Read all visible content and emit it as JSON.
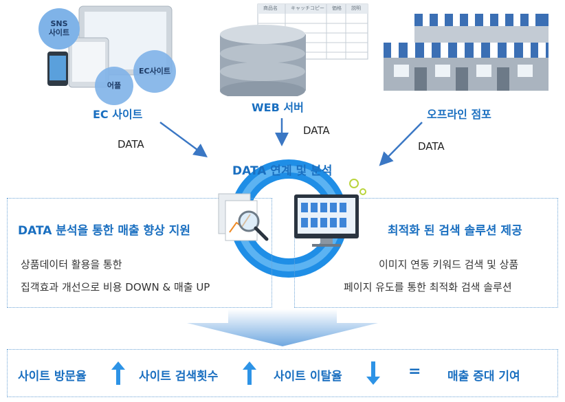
{
  "sources": {
    "ec": {
      "label": "EC 사이트",
      "bubbles": [
        "SNS\n사이트",
        "어플",
        "EC사이트"
      ]
    },
    "web": {
      "label": "WEB 서버",
      "table_headers": [
        "商品名",
        "キャッチコピー",
        "価格",
        "説明"
      ]
    },
    "offline": {
      "label": "오프라인 점포"
    }
  },
  "data_labels": {
    "left": "DATA",
    "center": "DATA",
    "right": "DATA"
  },
  "center_title": "DATA 연계 및 분석",
  "left_panel": {
    "title": "DATA 분석을 통한 매출 향상 지원",
    "lines": [
      "상품데이터 활용을 통한",
      "집객효과 개선으로 비용 DOWN & 매출 UP"
    ]
  },
  "right_panel": {
    "title": "최적화 된 검색 솔루션 제공",
    "lines": [
      "이미지 연동 키워드 검색 및 상품",
      "페이지 유도를 통한 최적화 검색 솔루션"
    ]
  },
  "outcome": {
    "items": [
      {
        "label": "사이트 방문율",
        "direction": "up"
      },
      {
        "label": "사이트 검색횟수",
        "direction": "up"
      },
      {
        "label": "사이트 이탈율",
        "direction": "down"
      }
    ],
    "equals": "=",
    "result": "매출 증대 기여"
  },
  "colors": {
    "primary": "#1a6fc0",
    "ring": "#1f8ee6",
    "bubble": "#7fb3e8",
    "arrow": "#3a77c4"
  }
}
